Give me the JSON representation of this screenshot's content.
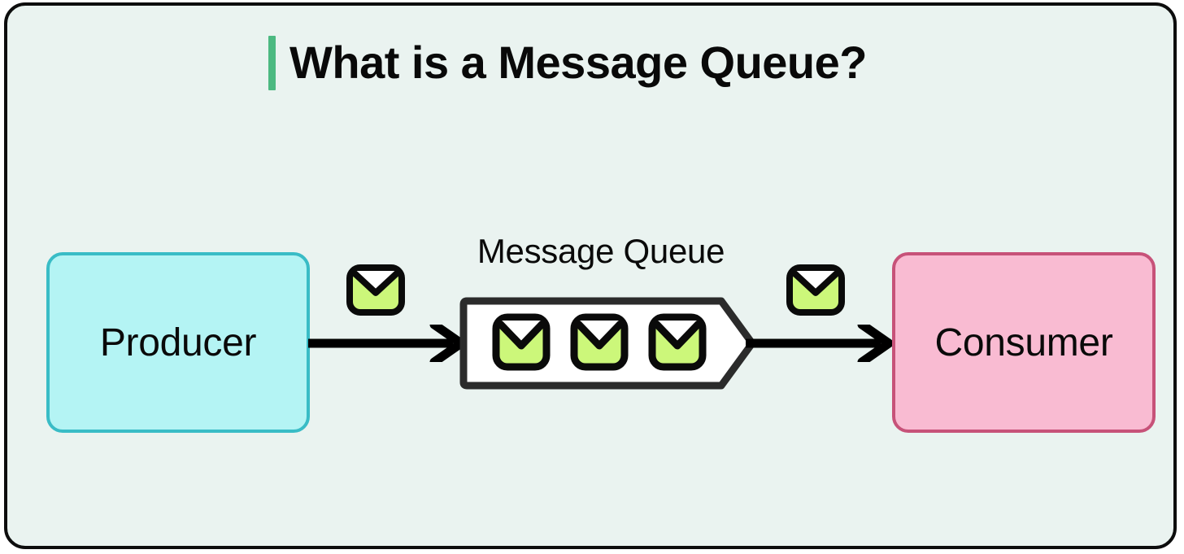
{
  "canvas": {
    "background": "#eaf3f0",
    "frame_border_color": "#0d0d0d"
  },
  "header": {
    "title": "What is a Message Queue?",
    "accent_color": "#4cb981",
    "accent_bar_name": "title-accent-bar"
  },
  "diagram": {
    "type": "flow",
    "nodes": [
      {
        "id": "producer",
        "label": "Producer",
        "fill": "#b4f4f4",
        "stroke": "#39bcc6"
      },
      {
        "id": "queue",
        "label": "Message Queue",
        "fill": "#ffffff",
        "stroke": "#2b2b2b",
        "item_count": 3
      },
      {
        "id": "consumer",
        "label": "Consumer",
        "fill": "#f9bbd2",
        "stroke": "#c75279"
      }
    ],
    "edges": [
      {
        "id": "produce-edge",
        "from": "producer",
        "to": "queue",
        "color": "#000000"
      },
      {
        "id": "consume-edge",
        "from": "queue",
        "to": "consumer",
        "color": "#000000"
      }
    ],
    "icons": {
      "envelope_name": "envelope-icon",
      "envelope_fill": "#ccf77a",
      "envelope_flap_fill": "#ffffff",
      "envelope_stroke": "#0a0a0a",
      "in_flight_produce": "envelope-icon",
      "in_flight_consume": "envelope-icon",
      "queue_items": [
        "envelope-icon",
        "envelope-icon",
        "envelope-icon"
      ]
    }
  }
}
